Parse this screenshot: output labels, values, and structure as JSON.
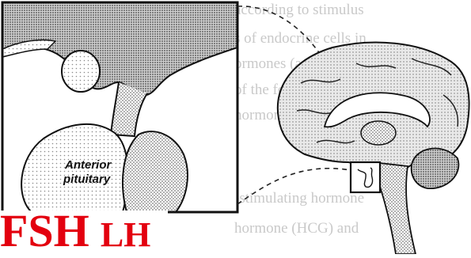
{
  "background_text": [
    "according to stimulus",
    "s of endocrine cells in",
    "ormones (and in other cells",
    "of the following: substances",
    "hormones, and other",
    "",
    "",
    "",
    "-stimulating hormone",
    "hormone (HCG) and"
  ],
  "inset": {
    "label_line1": "Anterior",
    "label_line2": "pituitary"
  },
  "hormone_labels": {
    "fsh": "FSH",
    "lh": "LH"
  },
  "colors": {
    "label_red": "#e3000f",
    "line": "#111111",
    "stipple": "#9a9a9a"
  }
}
